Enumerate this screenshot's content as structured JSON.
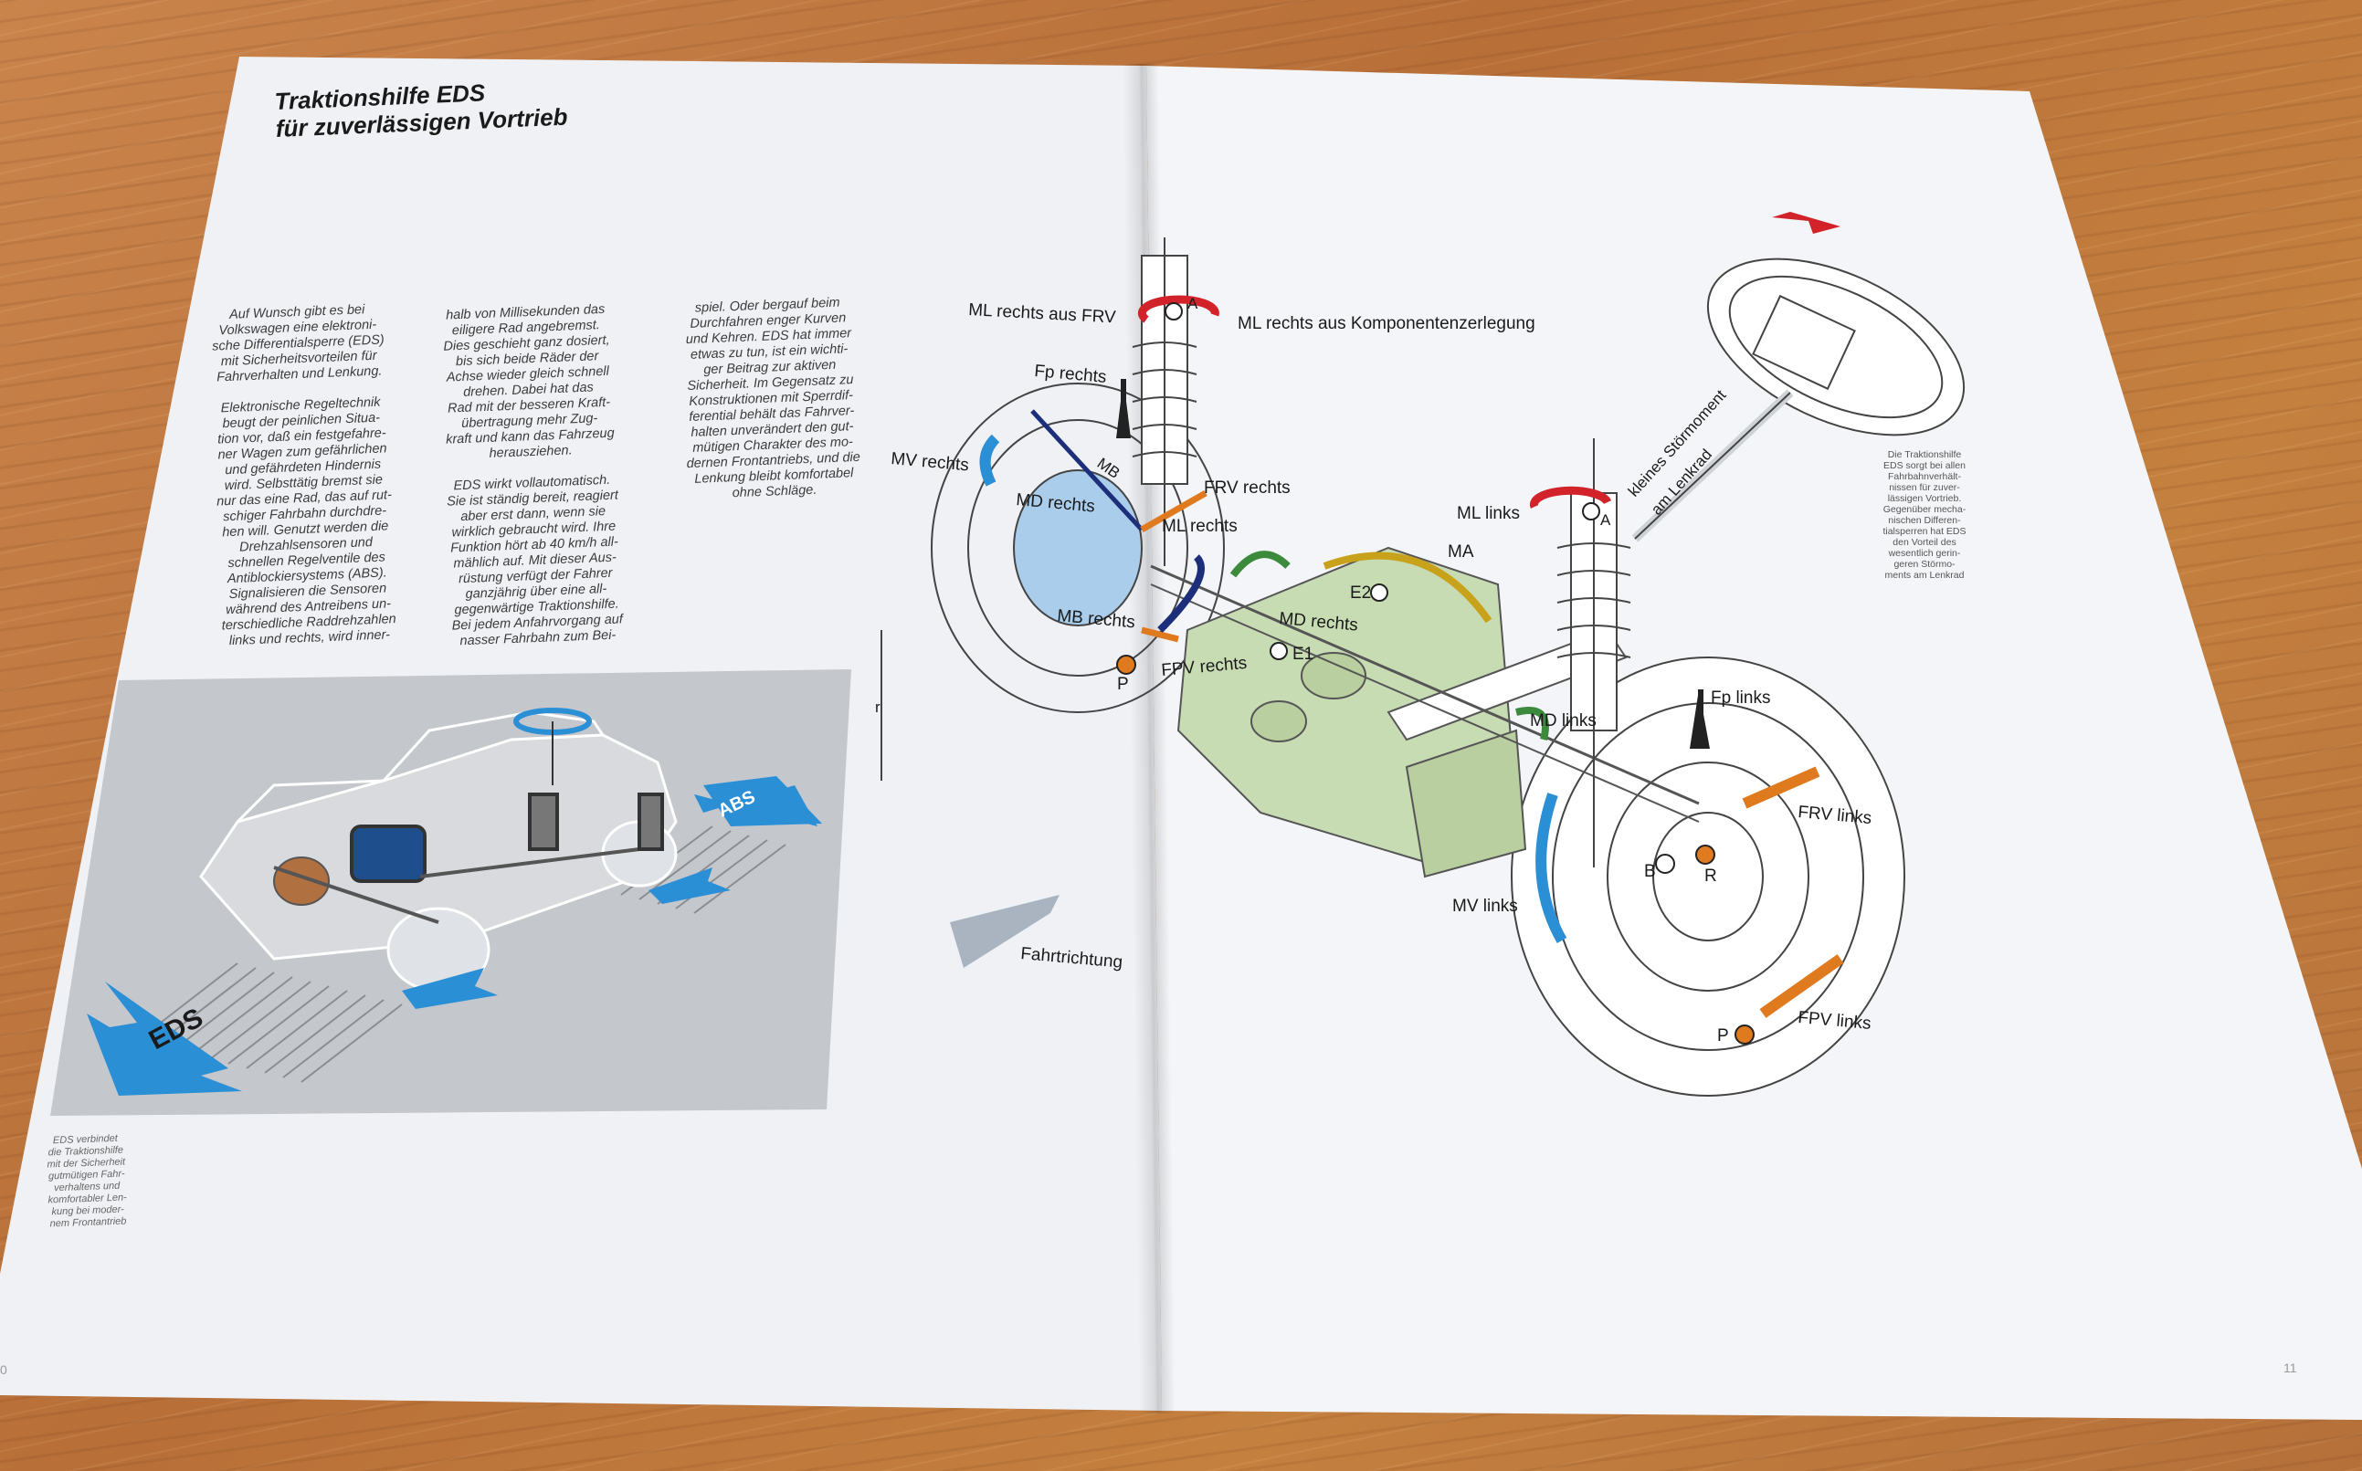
{
  "heading": {
    "line1": "Traktionshilfe EDS",
    "line2": "für zuverlässigen Vortrieb"
  },
  "body_columns": [
    "Auf Wunsch gibt es bei\nVolkswagen eine elektroni-\nsche Differentialsperre (EDS)\nmit Sicherheitsvorteilen für\nFahrverhalten und Lenkung.\n\nElektronische Regeltechnik\nbeugt der peinlichen Situa-\ntion vor, daß ein festgefahre-\nner Wagen zum gefährlichen\nund gefährdeten Hindernis\nwird. Selbsttätig bremst sie\nnur das eine Rad, das auf rut-\nschiger Fahrbahn durchdre-\nhen will. Genutzt werden die\nDrehzahlsensoren und\nschnellen Regelventile des\nAntiblockiersystems (ABS).\nSignalisieren die Sensoren\nwährend des Antreibens un-\nterschiedliche Raddrehzahlen\nlinks und rechts, wird inner-",
    "halb von Millisekunden das\neiligere Rad angebremst.\nDies geschieht ganz dosiert,\nbis sich beide Räder der\nAchse wieder gleich schnell\ndrehen. Dabei hat das\nRad mit der besseren Kraft-\nübertragung mehr Zug-\nkraft und kann das Fahrzeug\nherausziehen.\n\nEDS wirkt vollautomatisch.\nSie ist ständig bereit, reagiert\naber erst dann, wenn sie\nwirklich gebraucht wird. Ihre\nFunktion hört ab 40 km/h all-\nmählich auf. Mit dieser Aus-\nrüstung verfügt der Fahrer\nganzjährig über eine all-\ngegenwärtige Traktionshilfe.\nBei jedem Anfahrvorgang auf\nnasser Fahrbahn zum Bei-",
    "spiel. Oder bergauf beim\nDurchfahren enger Kurven\nund Kehren. EDS hat immer\netwas zu tun, ist ein wichti-\nger Beitrag zur aktiven\nSicherheit. Im Gegensatz zu\nKonstruktionen mit Sperrdif-\nferential behält das Fahrver-\nhalten unverändert den gut-\nmütigen Charakter des mo-\ndernen Frontantriebs, und die\nLenkung bleibt komfortabel\nohne Schläge."
  ],
  "caption_left": "EDS verbindet\ndie Traktionshilfe\nmit der Sicherheit\ngutmütigen Fahr-\nverhaltens und\nkomfortabler Len-\nkung bei moder-\nnem Frontantrieb",
  "caption_right": "Die Traktionshilfe\nEDS sorgt bei allen\nFahrbahnverhält-\nnissen für zuver-\nlässigen Vortrieb.\nGegenüber mecha-\nnischen Differen-\ntialsperren hat EDS\nden Vorteil des\nwesentlich gerin-\ngeren Störmo-\nments am Lenkrad",
  "car_panel": {
    "eds_label": "EDS",
    "abs_label": "ABS"
  },
  "diagram": {
    "direction_label": "Fahrtrichtung",
    "labels": {
      "ml_rechts_aus_frv": "ML rechts aus FRV",
      "ml_rechts_komponenten": "ML rechts aus Komponentenzerlegung",
      "fp_rechts": "Fp rechts",
      "mv_rechts": "MV rechts",
      "mb": "MB",
      "md_rechts": "MD rechts",
      "frv_rechts": "FRV rechts",
      "ml_rechts": "ML rechts",
      "mb_rechts": "MB rechts",
      "md_rechts_2": "MD rechts",
      "fpv_rechts": "FPV rechts",
      "ma": "MA",
      "e2": "E2",
      "e1": "E1",
      "p_right": "P",
      "a_top": "A",
      "a_left": "A",
      "ml_links": "ML links",
      "kleines_stoermoment": "kleines Störmoment",
      "am_lenkrad": "am Lenkrad",
      "fp_links": "Fp links",
      "md_links": "MD links",
      "frv_links": "FRV links",
      "mv_links": "MV links",
      "b": "B",
      "r": "R",
      "p_left": "P",
      "fpv_links": "FPV links",
      "r_dim": "r"
    }
  },
  "page_numbers": {
    "left": "0",
    "right": "11"
  },
  "colors": {
    "red": "#d2232a",
    "orange": "#e07a1f",
    "blue": "#1f6fc0",
    "navy": "#1d2f7a",
    "green": "#3c8a3c",
    "engine_green": "#c8dcb4",
    "light_blue": "#9ec6e6",
    "arrow_blue": "#2b8fd6"
  }
}
